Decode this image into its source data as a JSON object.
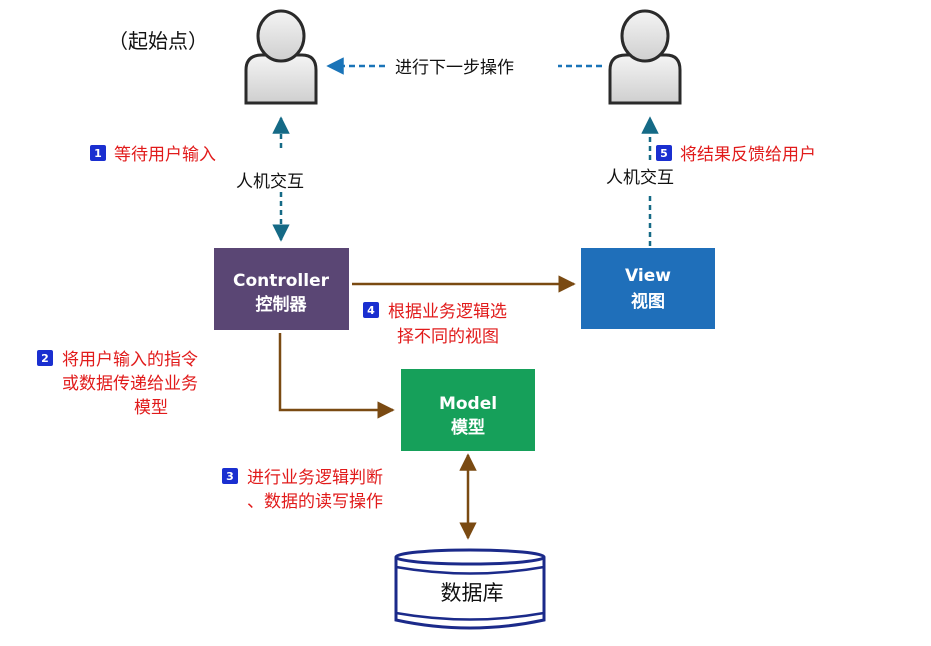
{
  "start_label": "（起始点）",
  "next_step_label": "进行下一步操作",
  "interaction_left": "人机交互",
  "interaction_right": "人机交互",
  "controller": {
    "title": "Controller",
    "subtitle": "控制器",
    "color": "#5a4674"
  },
  "view": {
    "title": "View",
    "subtitle": "视图",
    "color": "#1f6fba"
  },
  "model": {
    "title": "Model",
    "subtitle": "模型",
    "color": "#16a05a"
  },
  "database_label": "数据库",
  "steps": [
    {
      "num": "1",
      "lines": [
        "等待用户输入"
      ]
    },
    {
      "num": "2",
      "lines": [
        "将用户输入的指令",
        "或数据传递给业务",
        "模型"
      ]
    },
    {
      "num": "3",
      "lines": [
        "进行业务逻辑判断",
        "、数据的读写操作"
      ]
    },
    {
      "num": "4",
      "lines": [
        "根据业务逻辑选",
        "择不同的视图"
      ]
    },
    {
      "num": "5",
      "lines": [
        "将结果反馈给用户"
      ]
    }
  ],
  "colors": {
    "accent_blue": "#1a74b8",
    "arrow_brown": "#7a4a12",
    "step_text_red": "#e11b1b",
    "badge_blue": "#1a2fd0"
  }
}
